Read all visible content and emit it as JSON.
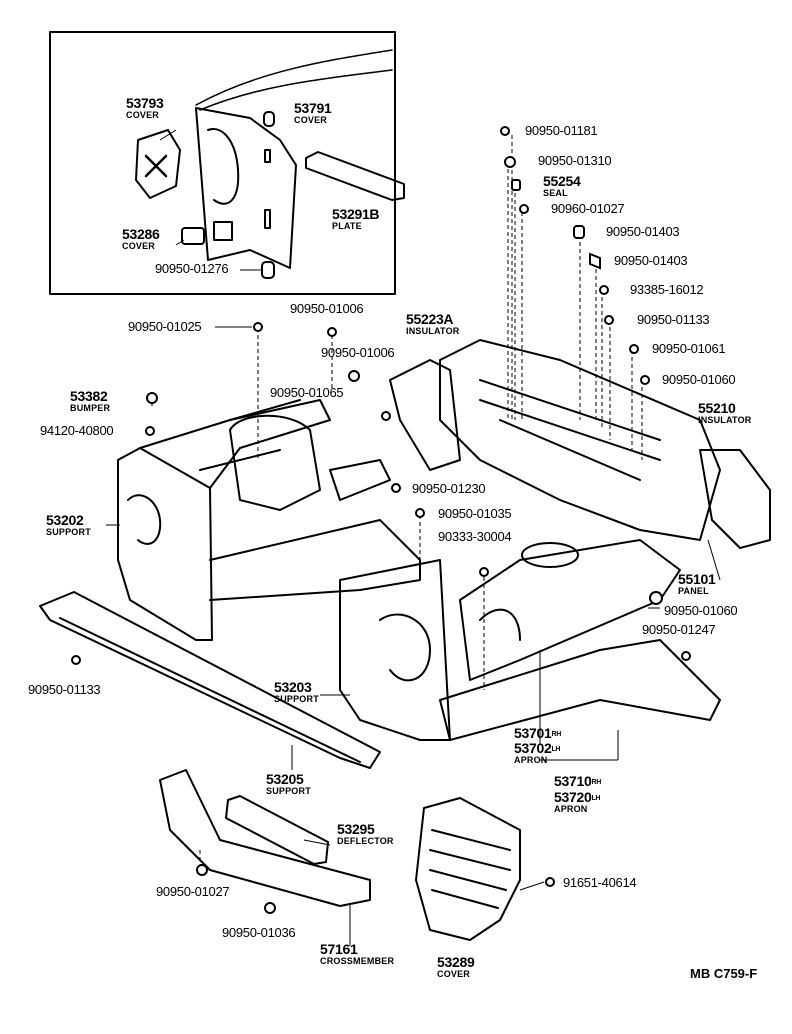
{
  "parts": [
    {
      "id": "p53793",
      "number": "53793",
      "name": "COVER"
    },
    {
      "id": "p53791",
      "number": "53791",
      "name": "COVER"
    },
    {
      "id": "p53286",
      "number": "53286",
      "name": "COVER"
    },
    {
      "id": "p53291b",
      "number": "53291B",
      "name": "PLATE"
    },
    {
      "id": "p9095001276",
      "number": "90950-01276",
      "name": ""
    },
    {
      "id": "p9095001181",
      "number": "90950-01181",
      "name": ""
    },
    {
      "id": "p9095001310",
      "number": "90950-01310",
      "name": ""
    },
    {
      "id": "p55254",
      "number": "55254",
      "name": "SEAL"
    },
    {
      "id": "p9096001027",
      "number": "90960-01027",
      "name": ""
    },
    {
      "id": "p9095001403a",
      "number": "90950-01403",
      "name": ""
    },
    {
      "id": "p9095001403b",
      "number": "90950-01403",
      "name": ""
    },
    {
      "id": "p9338516012",
      "number": "93385-16012",
      "name": ""
    },
    {
      "id": "p9095001133r",
      "number": "90950-01133",
      "name": ""
    },
    {
      "id": "p9095001061",
      "number": "90950-01061",
      "name": ""
    },
    {
      "id": "p9095001060r",
      "number": "90950-01060",
      "name": ""
    },
    {
      "id": "p55210",
      "number": "55210",
      "name": "INSULATOR"
    },
    {
      "id": "p55223a",
      "number": "55223A",
      "name": "INSULATOR"
    },
    {
      "id": "p9095001006a",
      "number": "90950-01006",
      "name": ""
    },
    {
      "id": "p9095001006b",
      "number": "90950-01006",
      "name": ""
    },
    {
      "id": "p9095001025",
      "number": "90950-01025",
      "name": ""
    },
    {
      "id": "p9095001065",
      "number": "90950-01065",
      "name": ""
    },
    {
      "id": "p53382",
      "number": "53382",
      "name": "BUMPER"
    },
    {
      "id": "p9412040800",
      "number": "94120-40800",
      "name": ""
    },
    {
      "id": "p53202",
      "number": "53202",
      "name": "SUPPORT"
    },
    {
      "id": "p9095001230",
      "number": "90950-01230",
      "name": ""
    },
    {
      "id": "p9095001035",
      "number": "90950-01035",
      "name": ""
    },
    {
      "id": "p9033330004",
      "number": "90333-30004",
      "name": ""
    },
    {
      "id": "p55101",
      "number": "55101",
      "name": "PANEL"
    },
    {
      "id": "p9095001060b",
      "number": "90950-01060",
      "name": ""
    },
    {
      "id": "p9095001247",
      "number": "90950-01247",
      "name": ""
    },
    {
      "id": "p9095001133l",
      "number": "90950-01133",
      "name": ""
    },
    {
      "id": "p53203",
      "number": "53203",
      "name": "SUPPORT"
    },
    {
      "id": "p53205",
      "number": "53205",
      "name": "SUPPORT"
    },
    {
      "id": "p53701",
      "number": "53701",
      "suffix": "RH",
      "name": ""
    },
    {
      "id": "p53702",
      "number": "53702",
      "suffix": "LH",
      "name": "APRON"
    },
    {
      "id": "p53710",
      "number": "53710",
      "suffix": "RH",
      "name": ""
    },
    {
      "id": "p53720",
      "number": "53720",
      "suffix": "LH",
      "name": "APRON"
    },
    {
      "id": "p53295",
      "number": "53295",
      "name": "DEFLECTOR"
    },
    {
      "id": "p9095001027",
      "number": "90950-01027",
      "name": ""
    },
    {
      "id": "p9095001036",
      "number": "90950-01036",
      "name": ""
    },
    {
      "id": "p57161",
      "number": "57161",
      "name": "CROSSMEMBER"
    },
    {
      "id": "p53289",
      "number": "53289",
      "name": "COVER"
    },
    {
      "id": "p9165140614",
      "number": "91651-40614",
      "name": ""
    }
  ],
  "reference_code": "MB C759-F"
}
